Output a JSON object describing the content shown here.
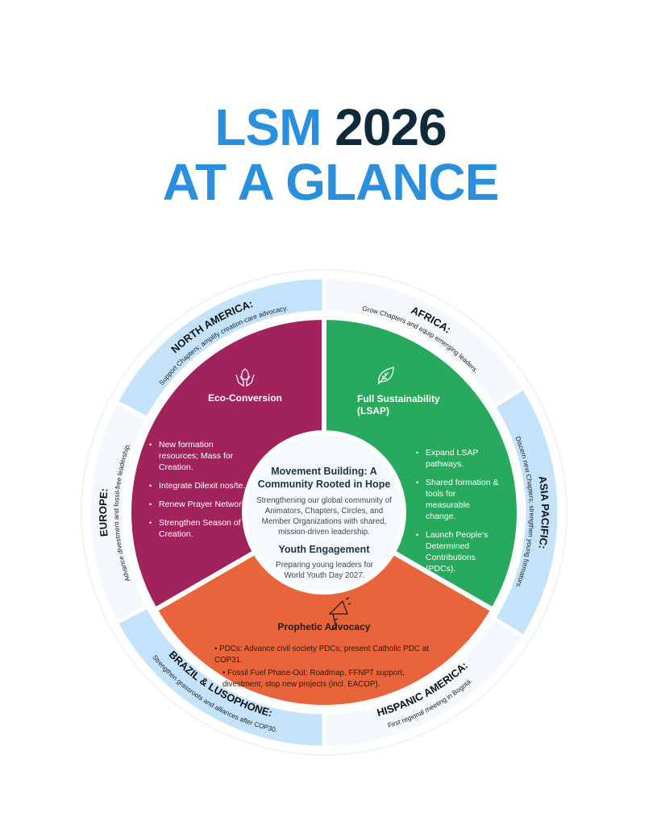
{
  "title": {
    "line1_accent": "LSM",
    "line1_main": "2026",
    "line2": "AT A GLANCE"
  },
  "colors": {
    "accent_blue": "#2a8fdc",
    "navy": "#0f2a3a",
    "eco": "#a0235c",
    "sustain": "#27a95e",
    "advocacy": "#e8643a",
    "band_blue": "#c4e3fa",
    "band_pale": "#f3f8fd"
  },
  "regions": [
    {
      "name": "NORTH AMERICA:",
      "desc": "Support Chapters; amplify creation-care advocacy."
    },
    {
      "name": "AFRICA:",
      "desc": "Grow Chapters and equip emerging leaders."
    },
    {
      "name": "ASIA PACIFIC:",
      "desc": "Discern new Chapters; strengthen young formators."
    },
    {
      "name": "HISPANIC AMERICA:",
      "desc": "First regional meeting in Bogotá."
    },
    {
      "name": "BRAZIL & LUSOPHONE:",
      "desc": "Strengthen grassroots and alliances after COP30."
    },
    {
      "name": "EUROPE:",
      "desc": "Advance divestment and fossil-free leadership."
    }
  ],
  "eco": {
    "title": "Eco-Conversion",
    "icon": "caring-hands-icon",
    "items": [
      "New formation resources; Mass for Creation.",
      "Integrate Dilexit nos/te.",
      "Renew Prayer Network.",
      "Strengthen Season of Creation."
    ]
  },
  "sustain": {
    "title": "Full Sustainability (LSAP)",
    "icon": "leaf-icon",
    "items": [
      "Expand LSAP pathways.",
      "Shared formation & tools for measurable change.",
      "Launch People's Determined Contributions (PDCs)."
    ]
  },
  "advocacy": {
    "title": "Prophetic Advocacy",
    "icon": "megaphone-icon",
    "items": [
      "PDCs: Advance civil society PDCs; present Catholic PDC at COP31.",
      "Fossil Fuel Phase-Out: Roadmap, FFNPT support, divestment, stop new projects (incl. EACOP)."
    ]
  },
  "center": {
    "title": "Movement Building: A Community Rooted in Hope",
    "body": "Strengthening our global community of Animators, Chapters, Circles, and Member Organizations with shared, mission-driven leadership.",
    "youth_title": "Youth Engagement",
    "youth_body": "Preparing young leaders for World Youth Day 2027."
  }
}
